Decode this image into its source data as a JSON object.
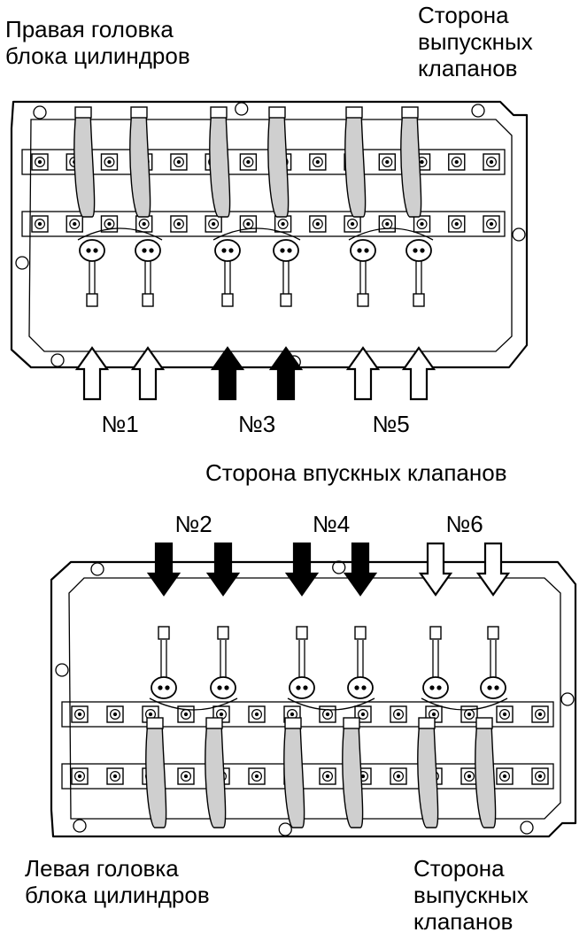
{
  "colors": {
    "ink": "#000000",
    "paper": "#ffffff",
    "part_fill": "#ffffff",
    "part_shade": "#cfcfcf"
  },
  "top": {
    "title": "Правая головка\nблока цилиндров",
    "side_label": "Сторона\nвыпускных\nклапанов",
    "cylinders": [
      {
        "label": "№1",
        "arrow_style": "outline"
      },
      {
        "label": "№3",
        "arrow_style": "filled"
      },
      {
        "label": "№5",
        "arrow_style": "outline"
      }
    ]
  },
  "middle": {
    "side_label": "Сторона впускных клапанов"
  },
  "bottom": {
    "title": "Левая головка\nблока цилиндров",
    "side_label": "Сторона\nвыпускных\nклапанов",
    "cylinders": [
      {
        "label": "№2",
        "arrow_style": "filled"
      },
      {
        "label": "№4",
        "arrow_style": "filled"
      },
      {
        "label": "№6",
        "arrow_style": "outline"
      }
    ]
  }
}
